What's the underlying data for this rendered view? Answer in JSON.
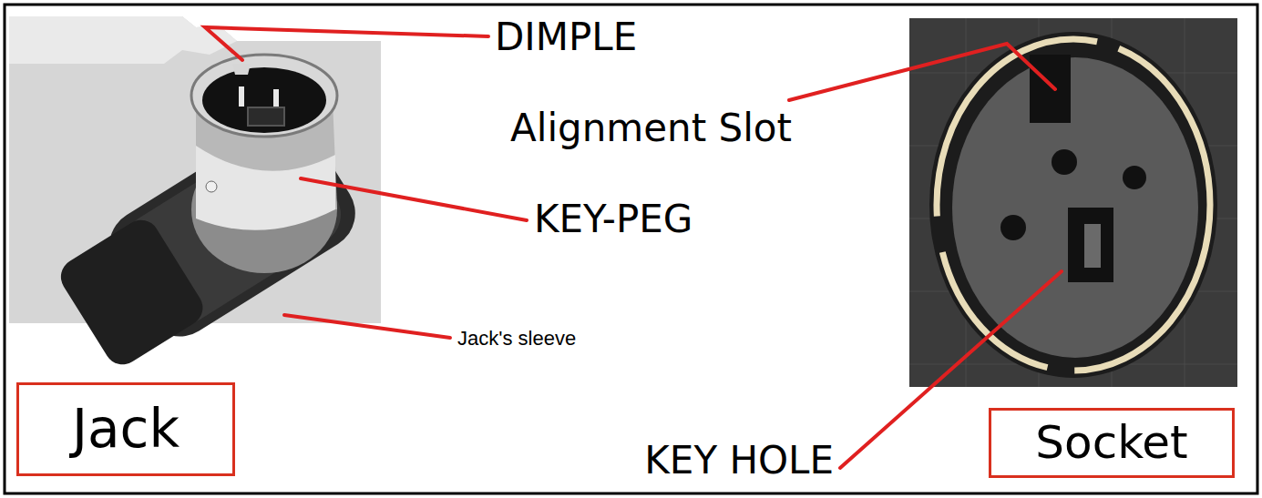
{
  "diagram": {
    "nodes": [
      {
        "text": [
          "Jack"
        ]
      },
      {
        "text": [
          "Socket"
        ]
      }
    ],
    "labels": [
      "DIMPLE",
      "Alignment Slot",
      "KEY-PEG",
      "Jack's sleeve",
      "KEY HOLE"
    ]
  }
}
